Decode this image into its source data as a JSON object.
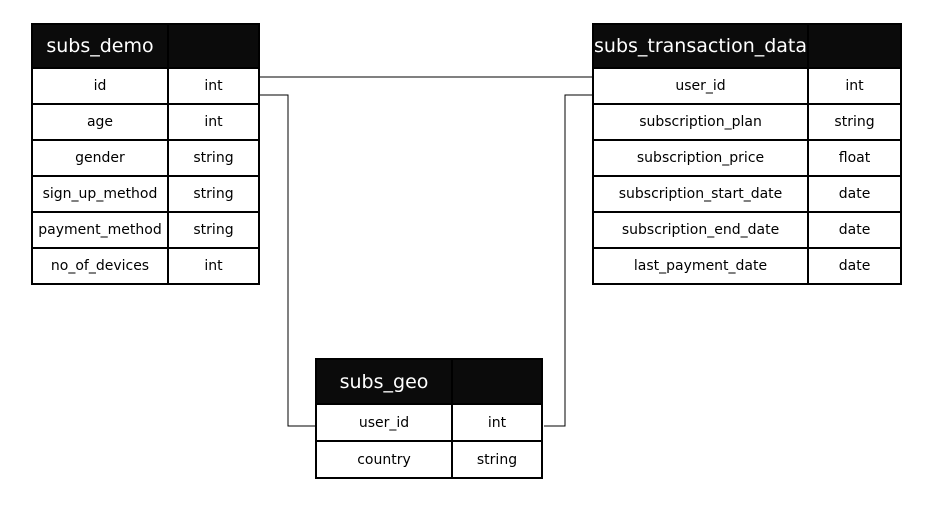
{
  "subs_demo": {
    "title": "subs_demo",
    "rows": [
      {
        "name": "id",
        "type": "int"
      },
      {
        "name": "age",
        "type": "int"
      },
      {
        "name": "gender",
        "type": "string"
      },
      {
        "name": "sign_up_method",
        "type": "string"
      },
      {
        "name": "payment_method",
        "type": "string"
      },
      {
        "name": "no_of_devices",
        "type": "int"
      }
    ]
  },
  "subs_transaction_data": {
    "title": "subs_transaction_data",
    "rows": [
      {
        "name": "user_id",
        "type": "int"
      },
      {
        "name": "subscription_plan",
        "type": "string"
      },
      {
        "name": "subscription_price",
        "type": "float"
      },
      {
        "name": "subscription_start_date",
        "type": "date"
      },
      {
        "name": "subscription_end_date",
        "type": "date"
      },
      {
        "name": "last_payment_date",
        "type": "date"
      }
    ]
  },
  "subs_geo": {
    "title": "subs_geo",
    "rows": [
      {
        "name": "user_id",
        "type": "int"
      },
      {
        "name": "country",
        "type": "string"
      }
    ]
  },
  "colors": {
    "header_bg": "#0b0b0b",
    "header_text": "#ffffff",
    "border": "#000000",
    "connector": "#000000"
  }
}
